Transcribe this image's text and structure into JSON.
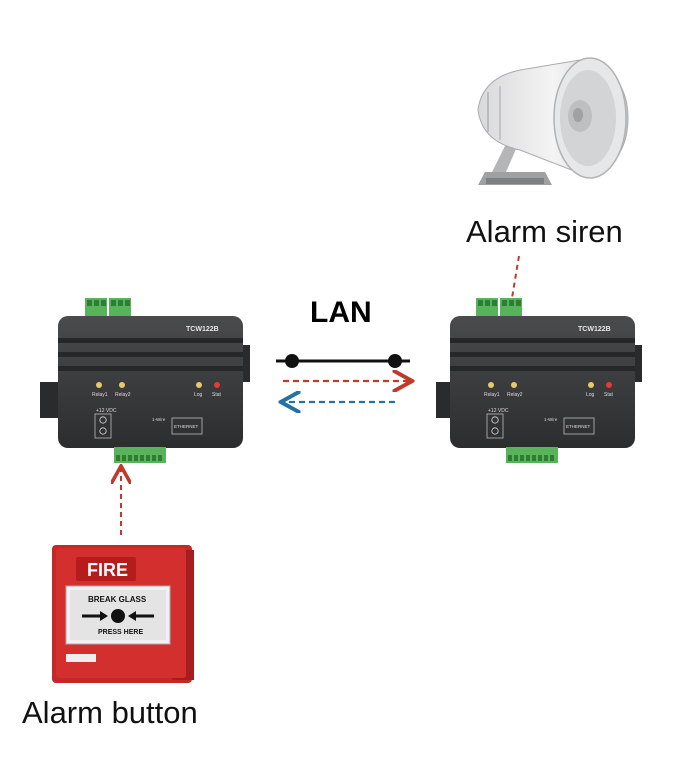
{
  "diagram": {
    "network_label": "LAN",
    "siren_label": "Alarm siren",
    "button_label": "Alarm button",
    "device_model": "TCW122B",
    "device_left": {
      "model": "TCW122B",
      "relay1": "Relay1",
      "relay2": "Relay2",
      "log": "Log",
      "stat": "Stat",
      "power": "+12 VDC",
      "ethernet": "ETHERNET",
      "onewire": "1-Wire"
    },
    "device_right": {
      "model": "TCW122B",
      "relay1": "Relay1",
      "relay2": "Relay2",
      "log": "Log",
      "stat": "Stat",
      "power": "+12 VDC",
      "ethernet": "ETHERNET",
      "onewire": "1-Wire"
    },
    "fire_button": {
      "header": "FIRE",
      "line1": "BREAK GLASS",
      "line2": "PRESS HERE"
    },
    "colors": {
      "forward_arrow": "#c0392b",
      "return_arrow": "#2471a3",
      "device_body": "#3a3b3c",
      "terminal_green": "#4caf50",
      "fire_red": "#d32f2f"
    }
  }
}
